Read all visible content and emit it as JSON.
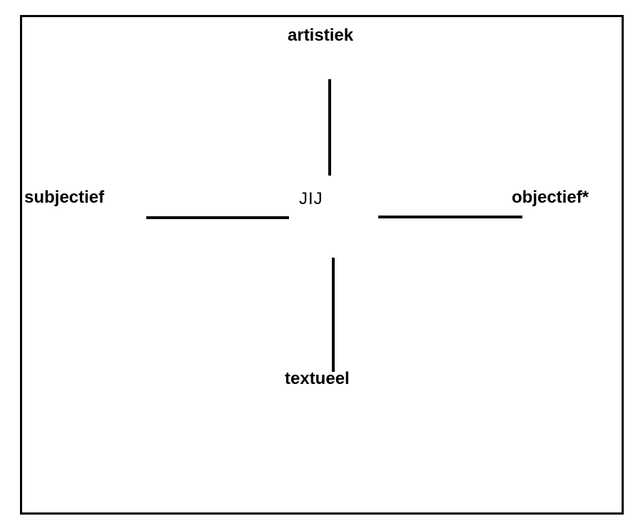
{
  "diagram": {
    "center_label": "JIJ",
    "axis_labels": {
      "top": "artistiek",
      "right": "objectief*",
      "bottom": "textueel",
      "left": "subjectief"
    },
    "colors": {
      "line": "#000000",
      "border": "#000000",
      "background": "#ffffff",
      "text": "#000000"
    }
  }
}
